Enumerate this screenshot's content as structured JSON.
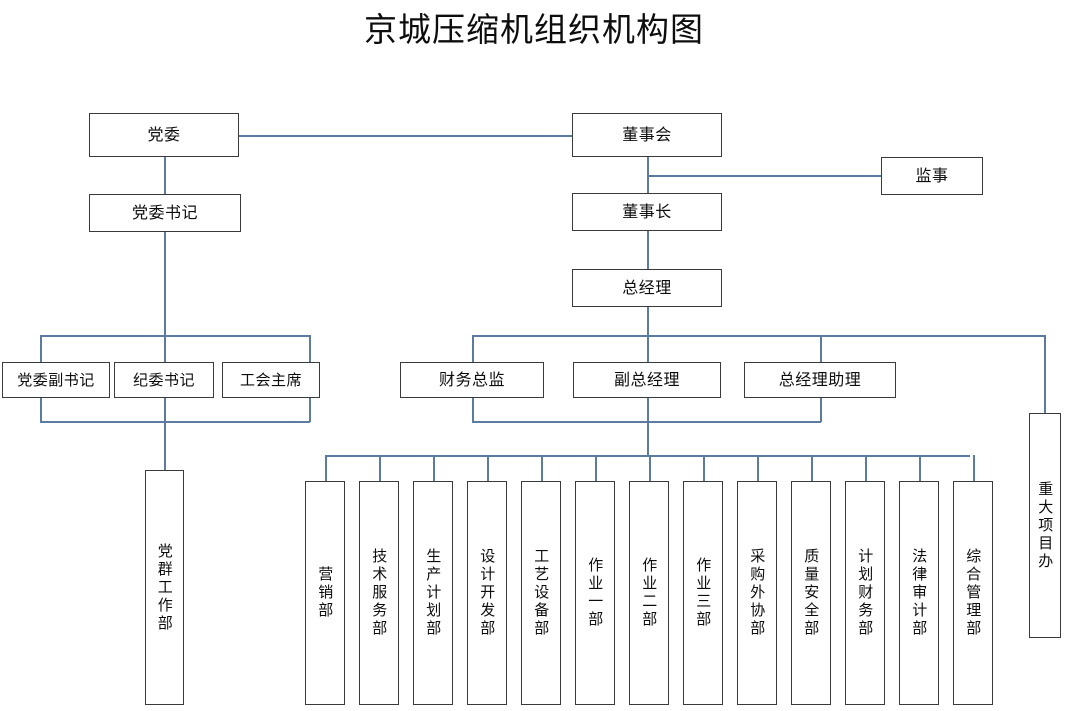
{
  "title": "京城压缩机组织机构图",
  "colors": {
    "connector": "#5b7ca0",
    "box_border": "#3a3a3a",
    "background": "#ffffff",
    "text": "#0d0d0d"
  },
  "nodes": {
    "party_committee": "党委",
    "board_of_directors": "董事会",
    "supervisor": "监事",
    "party_secretary": "党委书记",
    "chairman": "董事长",
    "general_manager": "总经理",
    "deputy_party_secretary": "党委副书记",
    "discipline_secretary": "纪委书记",
    "union_chairman": "工会主席",
    "cfo": "财务总监",
    "deputy_general_manager": "副总经理",
    "gm_assistant": "总经理助理",
    "party_mass_work_dept": "党群工作部",
    "major_project_office": "重大项目办"
  },
  "departments": [
    {
      "label": "营销部"
    },
    {
      "label": "技术服务部"
    },
    {
      "label": "生产计划部"
    },
    {
      "label": "设计开发部"
    },
    {
      "label": "工艺设备部"
    },
    {
      "label": "作业一部"
    },
    {
      "label": "作业二部"
    },
    {
      "label": "作业三部"
    },
    {
      "label": "采购外协部"
    },
    {
      "label": "质量安全部"
    },
    {
      "label": "计划财务部"
    },
    {
      "label": "法律审计部"
    },
    {
      "label": "综合管理部"
    }
  ]
}
